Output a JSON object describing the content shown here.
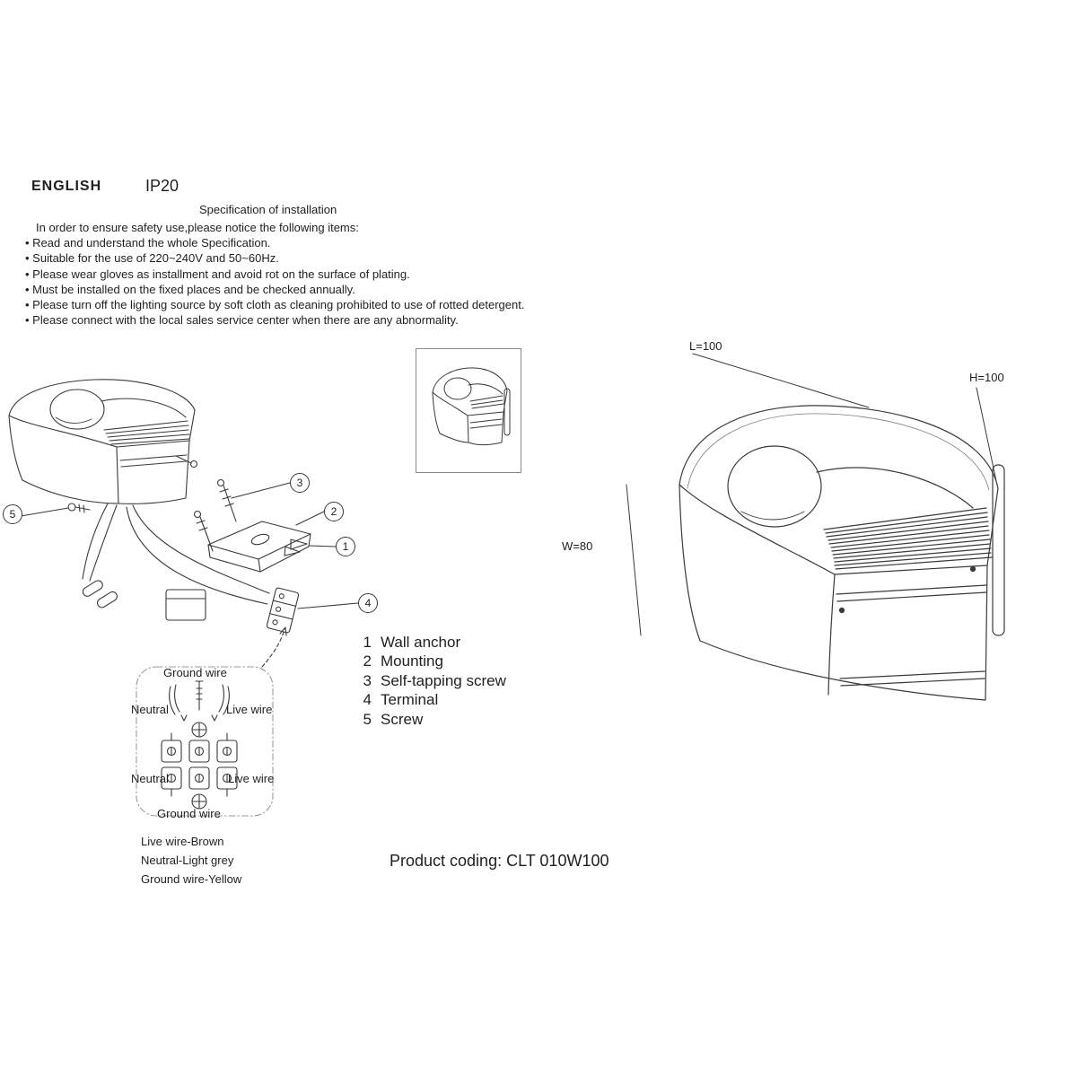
{
  "header": {
    "language": "ENGLISH",
    "ip_rating": "IP20",
    "title": "Specification of installation"
  },
  "safety": {
    "intro": "In order to ensure safety use,please notice the following items:",
    "items": [
      "Read and understand the whole Specification.",
      "Suitable for the use of 220~240V and 50~60Hz.",
      "Please wear gloves as installment and avoid rot on the surface of plating.",
      "Must be installed on the fixed places and be checked annually.",
      "Please turn off the lighting source by soft cloth as cleaning prohibited to use of rotted detergent.",
      "Please connect with the local sales service center when there are any abnormality."
    ]
  },
  "parts": [
    {
      "num": "1",
      "label": "Wall anchor"
    },
    {
      "num": "2",
      "label": "Mounting"
    },
    {
      "num": "3",
      "label": "Self-tapping screw"
    },
    {
      "num": "4",
      "label": "Terminal"
    },
    {
      "num": "5",
      "label": "Screw"
    }
  ],
  "wiring": {
    "ground_top": "Ground wire",
    "neutral_top": "Neutral",
    "live_top": "Live wire",
    "neutral_bottom": "Neutral",
    "live_bottom": "Live wire",
    "ground_bottom": "Ground wire"
  },
  "wire_legend": {
    "live": "Live wire-Brown",
    "neutral": "Neutral-Light grey",
    "ground": "Ground wire-Yellow"
  },
  "dimensions": {
    "length": "L=100",
    "height": "H=100",
    "width": "W=80"
  },
  "product_coding": "Product coding: CLT 010W100"
}
